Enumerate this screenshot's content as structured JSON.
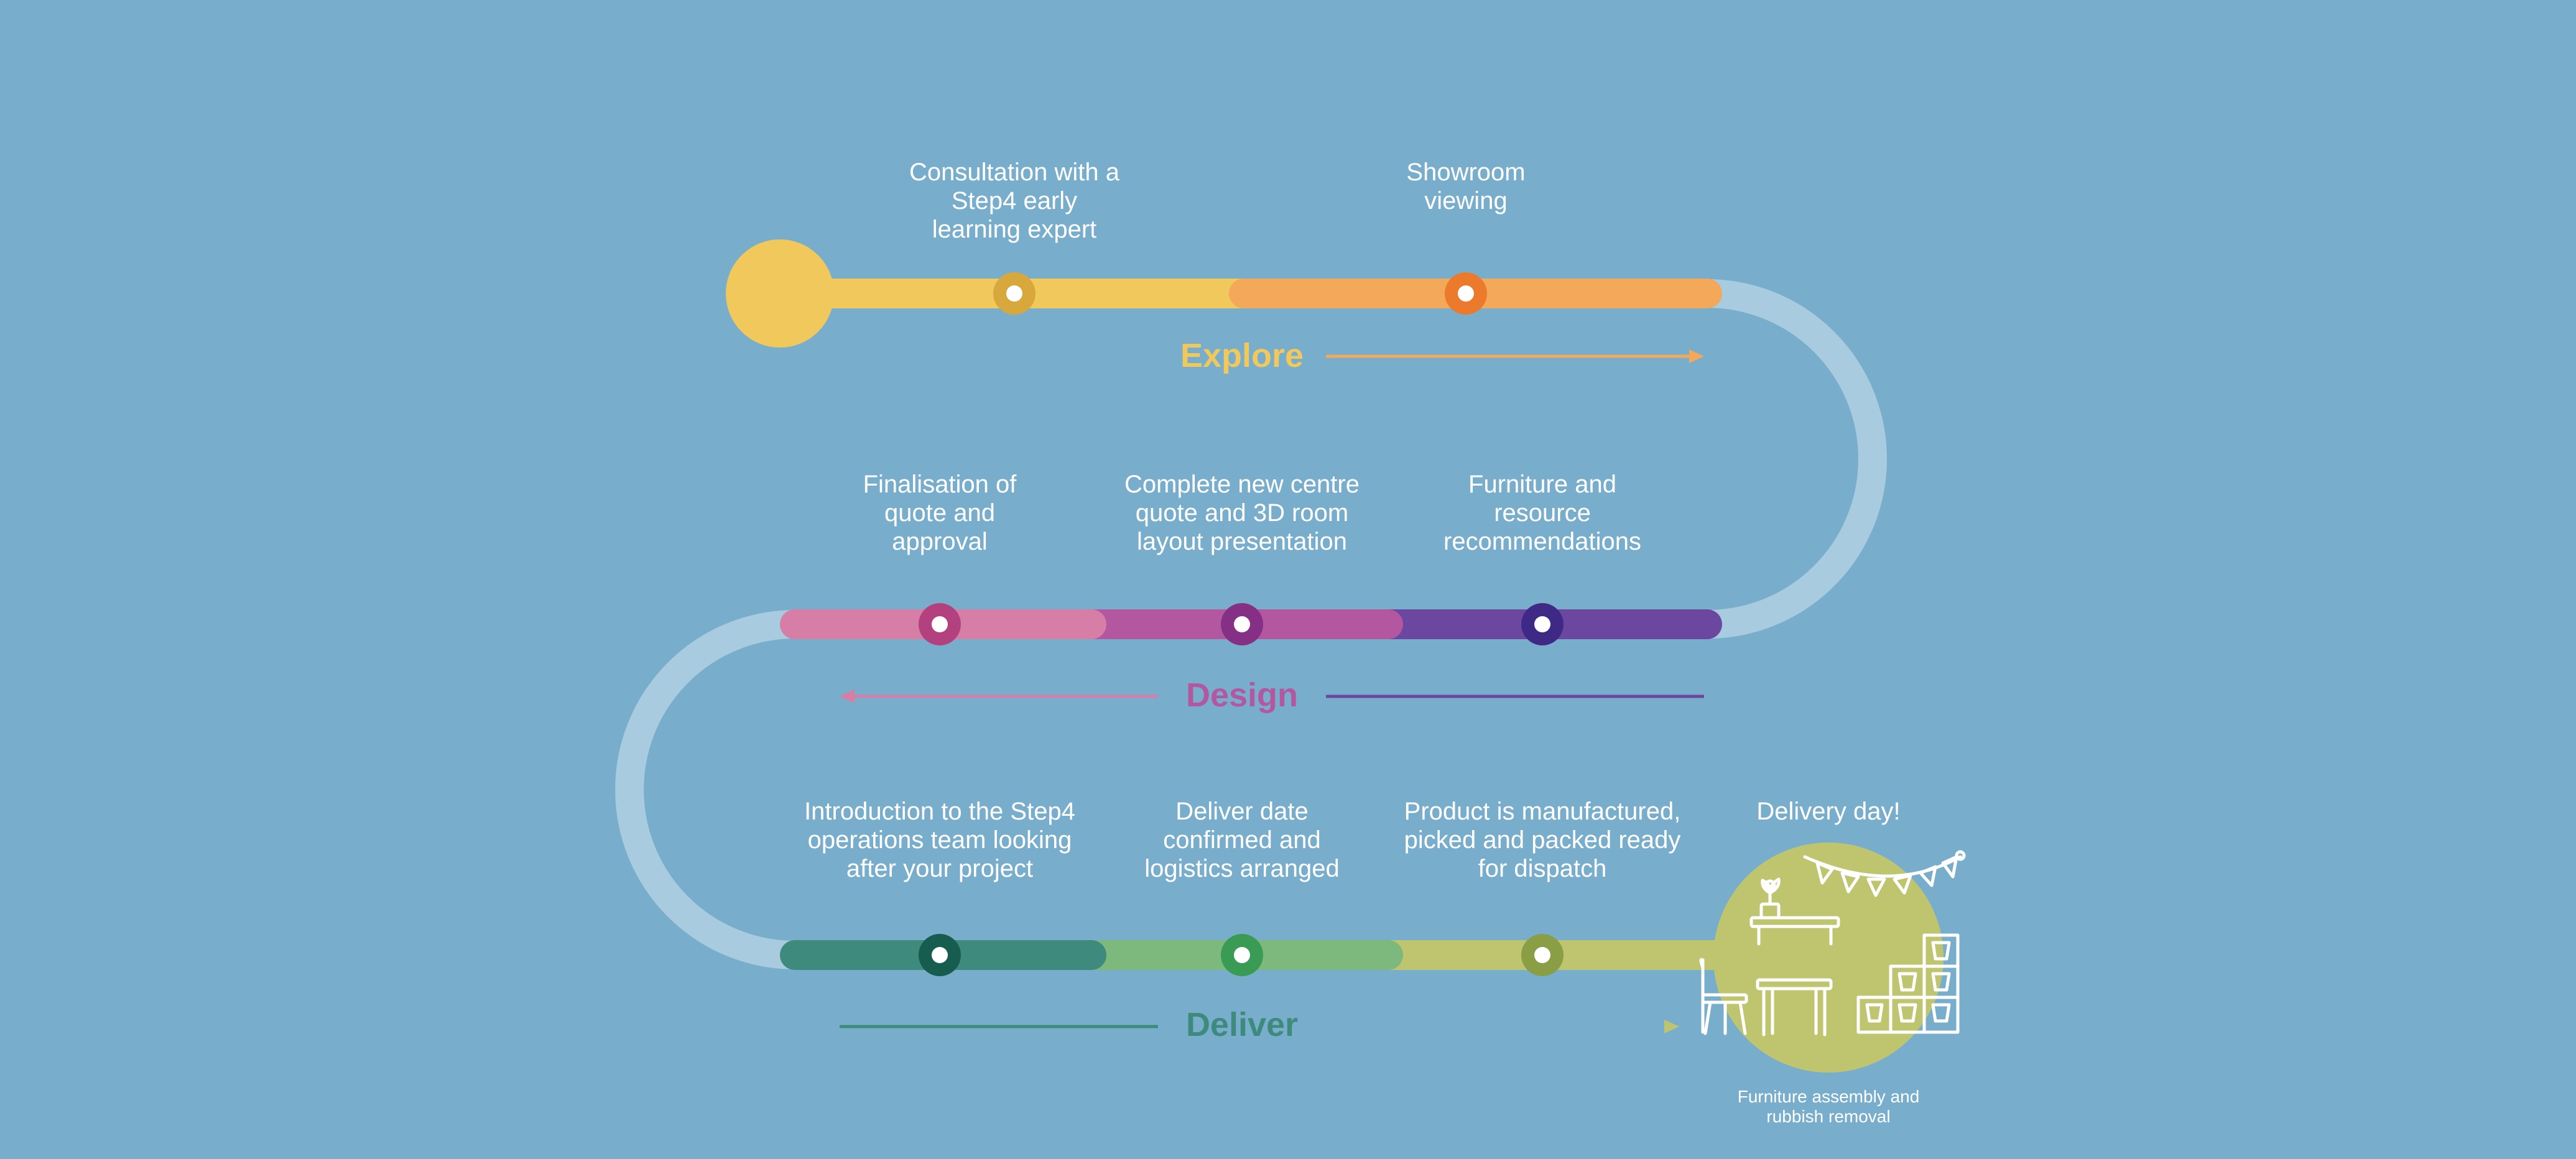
{
  "colors": {
    "background": "#78aecb",
    "connector": "#a8cbdf",
    "explore": "#f0c85c",
    "explore_alt": "#f4a85a",
    "design_pink": "#d77ea6",
    "design_magenta": "#b357a1",
    "design_purple": "#6c47a0",
    "deliver_teal": "#3e8a7d",
    "deliver_green": "#7db87c",
    "deliver_lime": "#bfc56f"
  },
  "phases": {
    "explore": "Explore",
    "design": "Design",
    "deliver": "Deliver"
  },
  "steps": {
    "consultation": "Consultation with a\nStep4 early\nlearning expert",
    "showroom": "Showroom\nviewing",
    "finalisation": "Finalisation of\nquote and\napproval",
    "quote_3d": "Complete new centre\nquote and 3D room\nlayout presentation",
    "furniture_recs": "Furniture and\nresource\nrecommendations",
    "ops_intro": "Introduction to the Step4\noperations team looking\nafter your project",
    "delivery_date": "Deliver date\nconfirmed and\nlogistics arranged",
    "manufactured": "Product is manufactured,\npicked and packed ready\nfor dispatch",
    "delivery_day": "Delivery day!"
  },
  "footnote": "Furniture assembly and\nrubbish removal",
  "icons": [
    "bunting-icon",
    "table-icon",
    "plant-icon",
    "chair-icon",
    "stool-icon",
    "storage-shelf-icon"
  ]
}
